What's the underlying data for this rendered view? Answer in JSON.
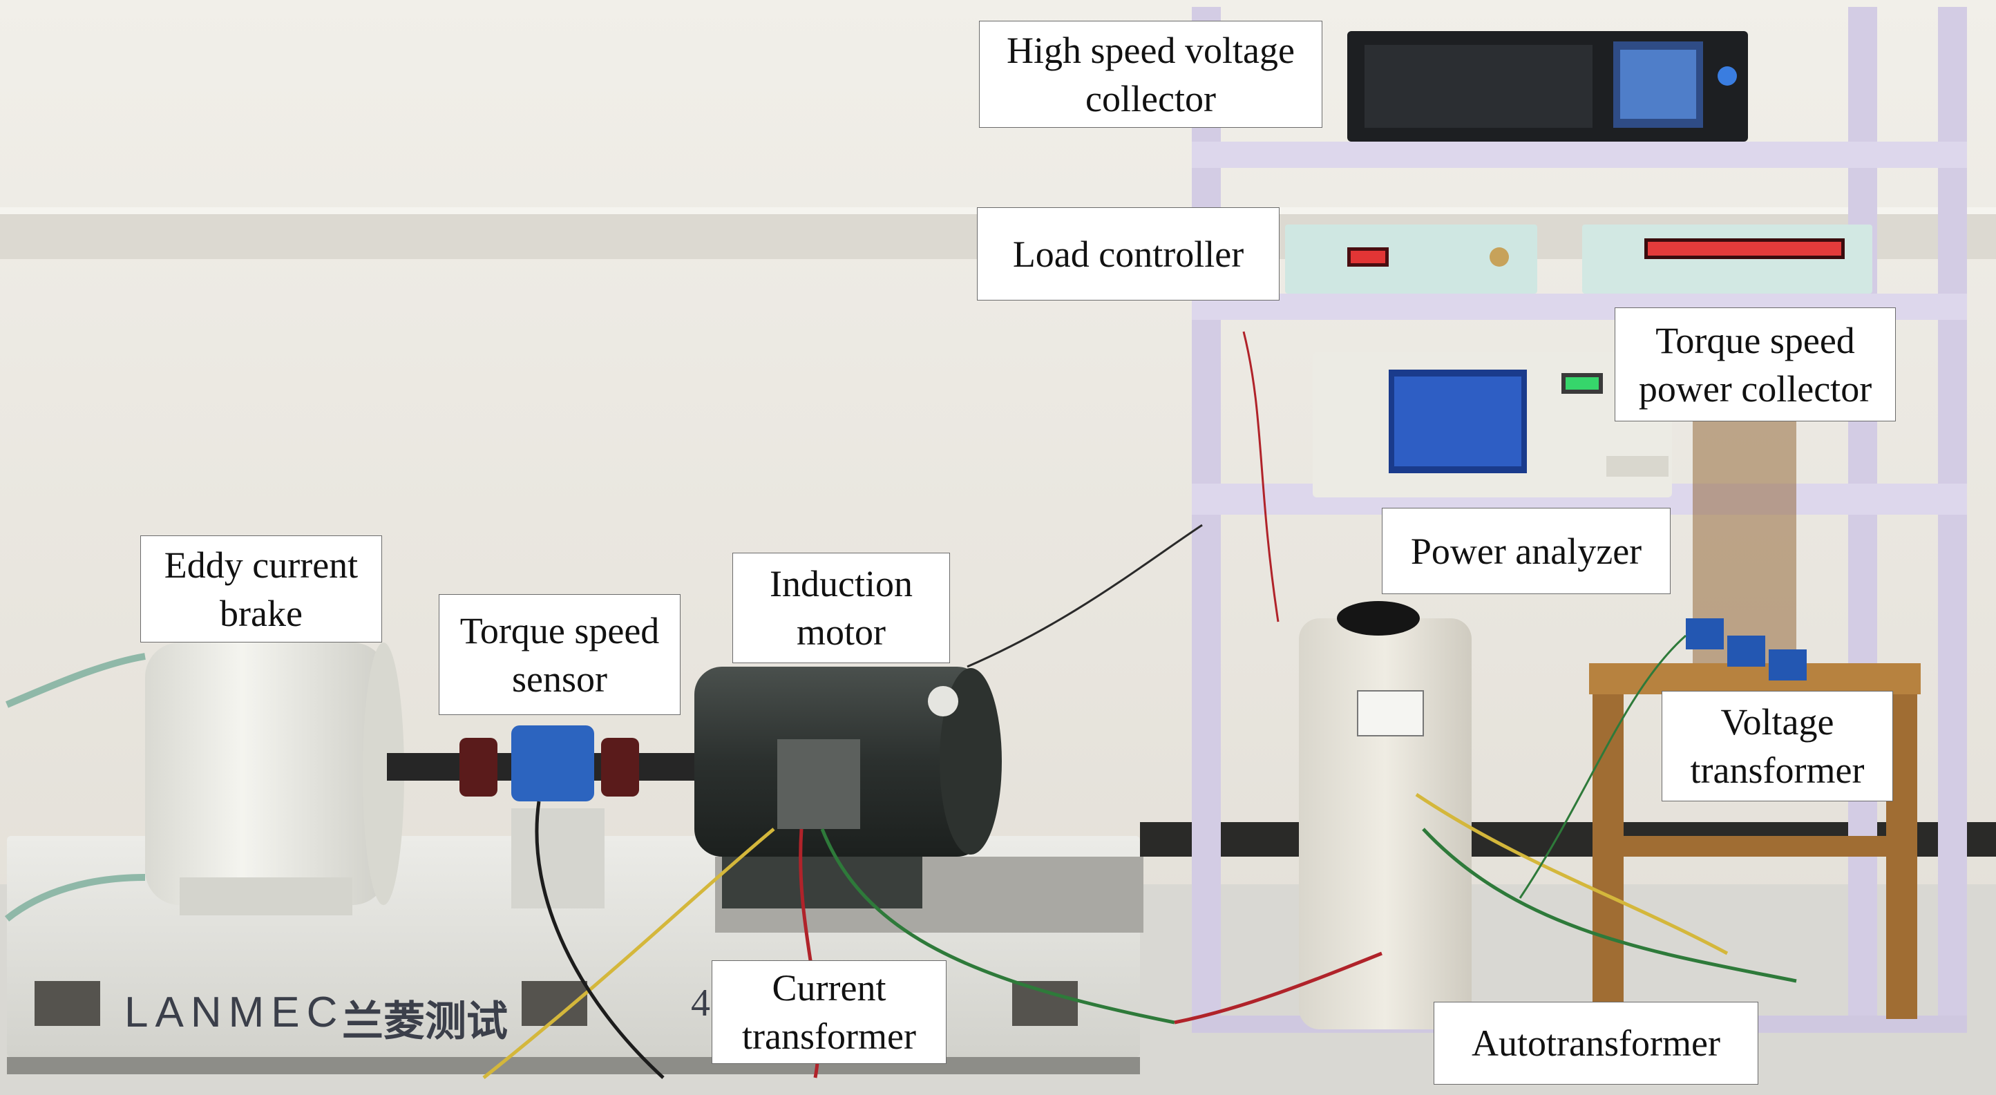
{
  "labels": {
    "high_speed_voltage_collector": [
      "High speed voltage",
      "collector"
    ],
    "load_controller": [
      "Load controller"
    ],
    "torque_speed_power_collector": [
      "Torque speed",
      "power collector"
    ],
    "power_analyzer": [
      "Power analyzer"
    ],
    "eddy_current_brake": [
      "Eddy current",
      "brake"
    ],
    "torque_speed_sensor": [
      "Torque speed",
      "sensor"
    ],
    "induction_motor": [
      "Induction",
      "motor"
    ],
    "voltage_transformer": [
      "Voltage",
      "transformer"
    ],
    "current_transformer": [
      "Current",
      "transformer"
    ],
    "autotransformer": [
      "Autotransformer"
    ]
  },
  "platform_brand": {
    "latin": "LANMEC",
    "chinese": "兰菱测试"
  },
  "platform_number": "4",
  "colors": {
    "wall": "#e9e6df",
    "floor": "#d8d7d2",
    "rack": "#dcd6ea",
    "platform": "#e6e6e1",
    "motor": "#2d3230",
    "brake": "#eeeee8",
    "sensor": "#2a62b8",
    "cable_red": "#b0232a",
    "cable_green": "#2e7a3a",
    "cable_yellow": "#d4b73b",
    "stool": "#b07a3e"
  }
}
